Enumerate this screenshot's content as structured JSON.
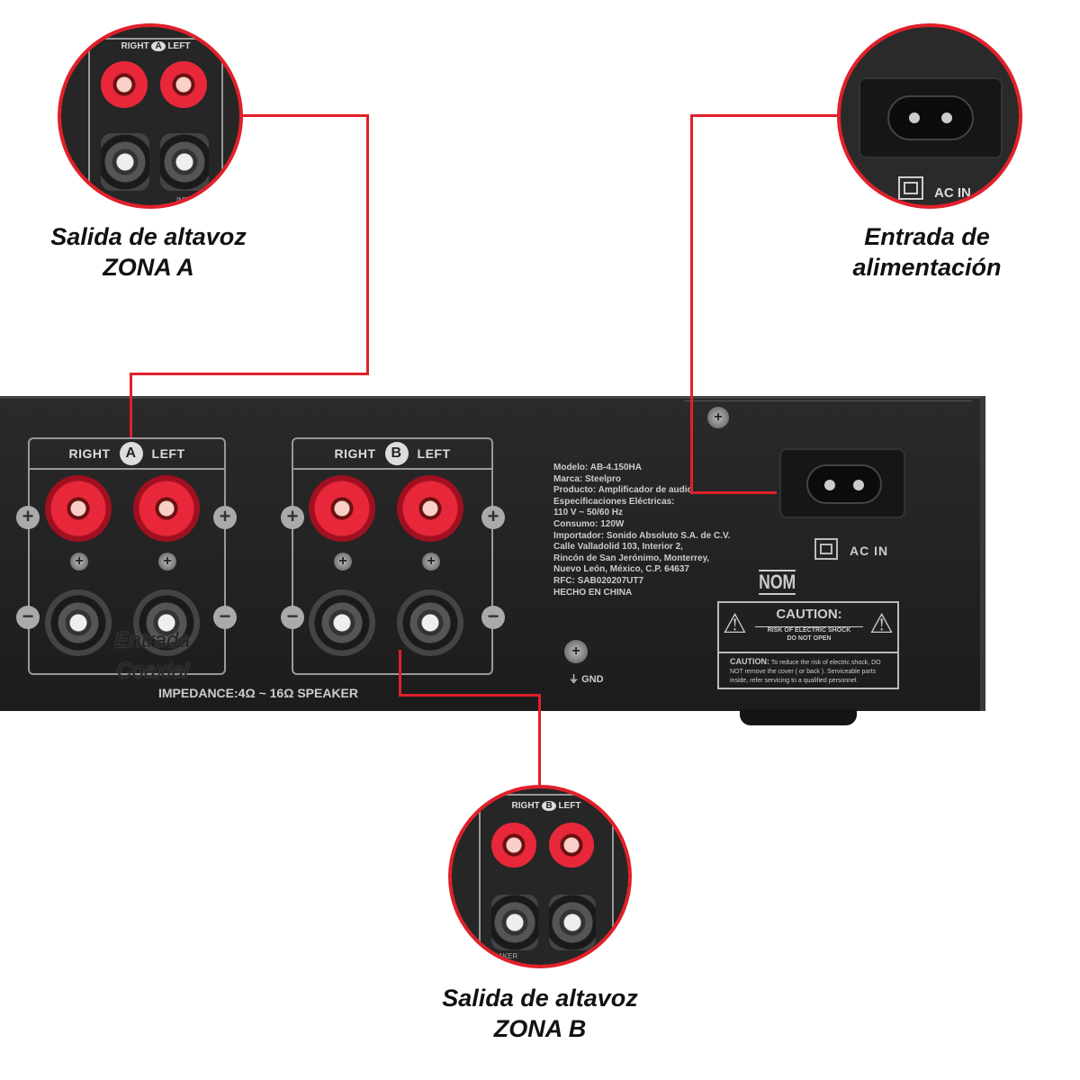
{
  "callouts": {
    "zone_a": {
      "line1": "Salida de altavoz",
      "line2": "ZONA A"
    },
    "power": {
      "line1": "Entrada de",
      "line2": "alimentación"
    },
    "zone_b": {
      "line1": "Salida de altavoz",
      "line2": "ZONA B"
    }
  },
  "overlay_text": {
    "line1": "Entrada",
    "line2": "Coaxial"
  },
  "panel": {
    "block_a": {
      "right": "RIGHT",
      "badge": "A",
      "left": "LEFT"
    },
    "block_b": {
      "right": "RIGHT",
      "badge": "B",
      "left": "LEFT"
    },
    "impedance": "IMPEDANCE:4Ω ~ 16Ω SPEAKER",
    "spec_lines": [
      "Modelo: AB-4.150HA",
      "Marca: Steelpro",
      "Producto: Amplificador de audio",
      "Especificaciones Eléctricas:",
      "110 V ~ 50/60 Hz",
      "Consumo: 120W",
      "Importador: Sonido Absoluto S.A. de C.V.",
      "Calle Valladolid 103, Interior 2,",
      "Rincón de San Jerónimo, Monterrey,",
      "Nuevo León, México, C.P. 64637",
      "RFC: SAB020207UT7",
      "HECHO EN CHINA"
    ],
    "nom": "NOM",
    "ac_in": "AC IN",
    "gnd": "GND",
    "caution_title": "CAUTION:",
    "caution_sub1": "RISK OF ELECTRIC SHOCK",
    "caution_sub2": "DO NOT OPEN",
    "caution_body_bold": "CAUTION:",
    "caution_body": "To reduce the risk of electric shock, DO NOT remove the cover ( or back ). Serviceable parts inside, refer servicing to a qualified personnel."
  },
  "zoom_labels": {
    "a_right": "RIGHT",
    "a_badge": "A",
    "a_left": "LEFT",
    "a_imp": "IMPE",
    "b_right": "RIGHT",
    "b_badge": "B",
    "b_left": "LEFT",
    "b_speaker": "EAKER",
    "ac_in": "AC IN"
  },
  "colors": {
    "accent": "#e0202a",
    "panel": "#222222"
  }
}
